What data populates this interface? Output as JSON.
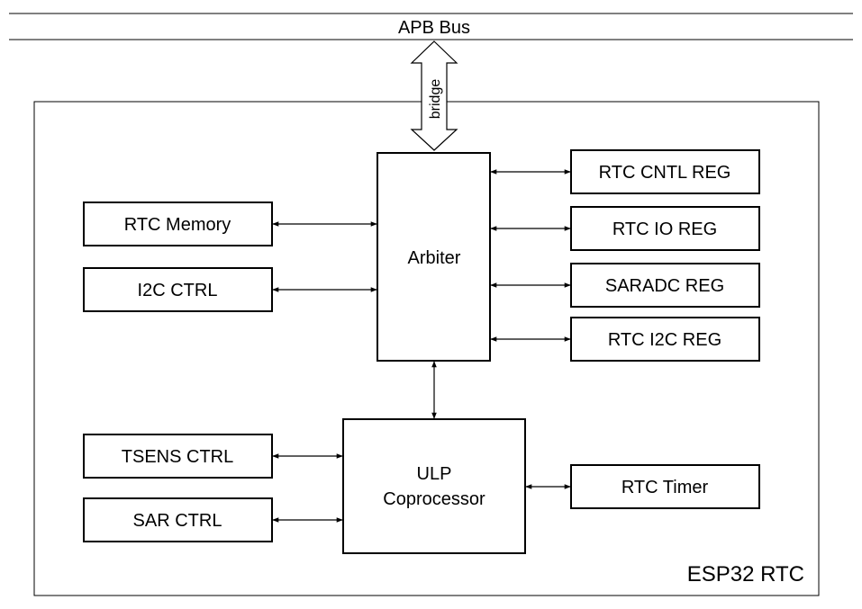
{
  "bus": {
    "label": "APB Bus"
  },
  "bridge": {
    "label": "bridge"
  },
  "container": {
    "label": "ESP32 RTC"
  },
  "blocks": {
    "arbiter": "Arbiter",
    "ulp_line1": "ULP",
    "ulp_line2": "Coprocessor",
    "rtc_memory": "RTC Memory",
    "i2c_ctrl": "I2C CTRL",
    "rtc_cntl_reg": "RTC CNTL REG",
    "rtc_io_reg": "RTC IO REG",
    "saradc_reg": "SARADC REG",
    "rtc_i2c_reg": "RTC I2C REG",
    "tsens_ctrl": "TSENS CTRL",
    "sar_ctrl": "SAR CTRL",
    "rtc_timer": "RTC Timer"
  }
}
